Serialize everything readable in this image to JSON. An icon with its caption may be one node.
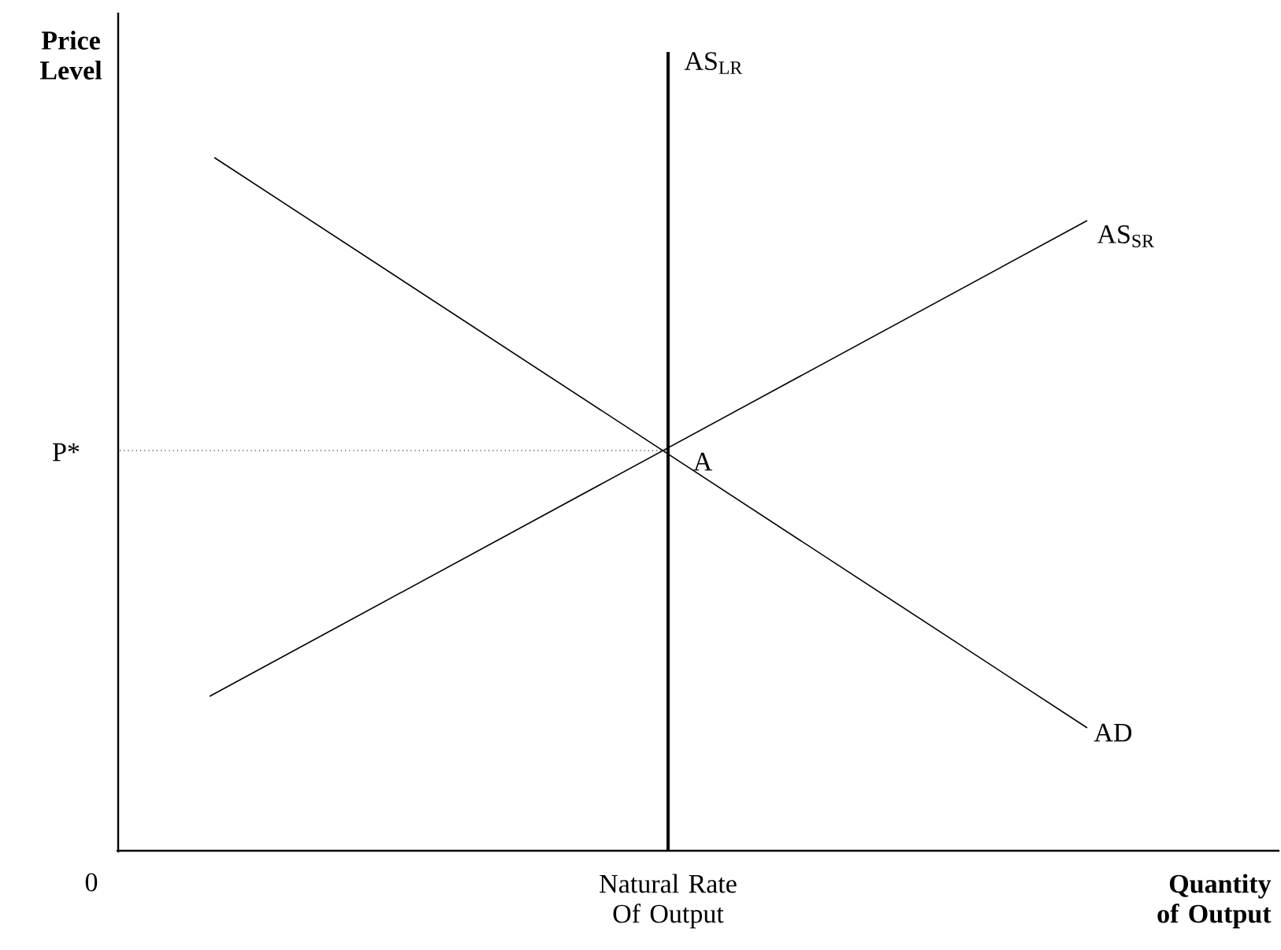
{
  "diagram": {
    "labels": [
      "Price Level",
      "P*",
      "0",
      "A",
      "AS$_{LR}$",
      "AS$_{SR}$",
      "AD",
      "Natural Rate Of Output",
      "Quantity of Output"
    ]
  }
}
